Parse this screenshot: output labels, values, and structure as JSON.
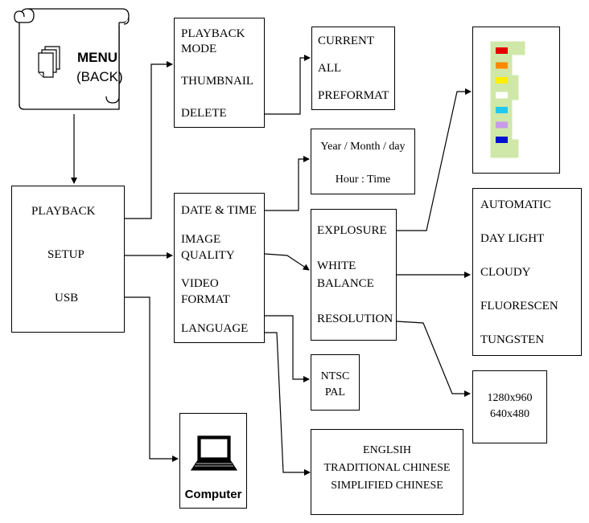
{
  "menu": {
    "title": "MENU",
    "subtitle": "(BACK)"
  },
  "main_menu": {
    "items": [
      "PLAYBACK",
      "SETUP",
      "USB"
    ]
  },
  "playback": {
    "mode_line1": "PLAYBACK",
    "mode_line2": "MODE",
    "thumbnail": "THUMBNAIL",
    "delete": "DELETE"
  },
  "delete_options": [
    "CURRENT",
    "ALL",
    "PREFORMAT"
  ],
  "setup": {
    "date_time": "DATE & TIME",
    "image_line1": "IMAGE",
    "image_line2": "QUALITY",
    "video_line1": "VIDEO",
    "video_line2": "FORMAT",
    "language": "LANGUAGE"
  },
  "date_time_options": {
    "line1": "Year / Month / day",
    "line2": "Hour : Time"
  },
  "image_quality": {
    "exposure": "EXPLOSURE",
    "wb_line1": "WHITE",
    "wb_line2": "BALANCE",
    "resolution": "RESOLUTION"
  },
  "white_balance_options": [
    "AUTOMATIC",
    "DAY LIGHT",
    "CLOUDY",
    "FLUORESCEN",
    "TUNGSTEN"
  ],
  "resolution_options": [
    "1280x960",
    "640x480"
  ],
  "video_format_options": [
    "NTSC",
    "PAL"
  ],
  "language_options": [
    "ENGLSIH",
    "TRADITIONAL CHINESE",
    "SIMPLIFIED CHINESE"
  ],
  "computer_label": "Computer",
  "colors": {
    "exposure_panel_bg": "#cfe8a8",
    "exposure_bars": [
      "#e60000",
      "#ff8a00",
      "#ffee00",
      "#ffffff",
      "#22c8f0",
      "#c89be8",
      "#0010d0"
    ]
  },
  "icons": {
    "menu": "scroll-with-documents-icon",
    "computer": "laptop-icon"
  }
}
